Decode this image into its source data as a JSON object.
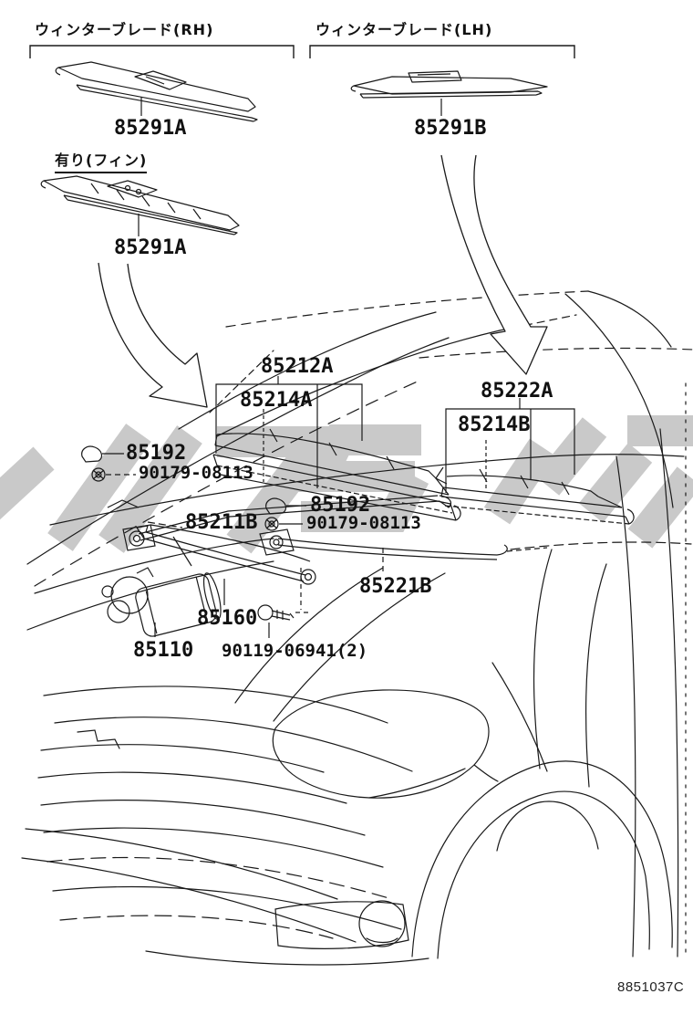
{
  "page": {
    "doc_code": "8851037C"
  },
  "headers": {
    "winter_blade_rh": "ウィンターブレード(RH)",
    "winter_blade_lh": "ウィンターブレード(LH)",
    "with_fin": "有り(フィン)"
  },
  "parts": {
    "winter_blade_rh": "85291A",
    "winter_blade_lh": "85291B",
    "winter_blade_fin": "85291A",
    "blade_assy_left": "85212A",
    "blade_insert_left": "85214A",
    "blade_assy_right": "85222A",
    "blade_insert_right": "85214B",
    "pivot_cap_left": "85192",
    "pivot_nut_left": "90179-08113",
    "pivot_cap_right": "85192",
    "pivot_nut_right": "90179-08113",
    "wiper_arm_left": "85211B",
    "wiper_arm_right": "85221B",
    "wiper_link": "85160",
    "wiper_motor": "85110",
    "motor_bolt": "90119-06941(2)"
  },
  "colors": {
    "line": "#1a1a1a",
    "watermark": "#c9c9c9",
    "background": "#ffffff"
  }
}
